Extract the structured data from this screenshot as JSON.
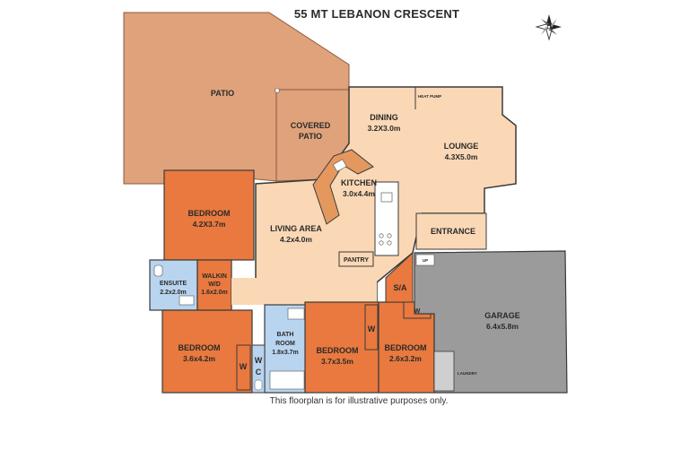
{
  "title": "55 MT LEBANON CRESCENT",
  "disclaimer": "This floorplan is for illustrative purposes only.",
  "colors": {
    "outdoor": "#dfa27a",
    "bedroom": "#e9793f",
    "living": "#fad8b5",
    "wet": "#b8d4ef",
    "garage": "#9b9b9b",
    "wall": "#3a3a3a"
  },
  "rooms": {
    "patio": {
      "name": "PATIO"
    },
    "covered_patio": {
      "name1": "COVERED",
      "name2": "PATIO"
    },
    "dining": {
      "name": "DINING",
      "dim": "3.2X3.0m"
    },
    "heat_pump": {
      "name": "HEAT PUMP"
    },
    "lounge": {
      "name": "LOUNGE",
      "dim": "4.3X5.0m"
    },
    "kitchen": {
      "name": "KITCHEN",
      "dim": "3.0x4.4m"
    },
    "living_area": {
      "name": "LIVING AREA",
      "dim": "4.2x4.0m"
    },
    "pantry": {
      "name": "PANTRY"
    },
    "entrance": {
      "name": "ENTRANCE"
    },
    "bedroom1": {
      "name": "BEDROOM",
      "dim": "4.2X3.7m"
    },
    "ensuite": {
      "name": "ENSUITE",
      "dim": "2.2x2.0m"
    },
    "walkin": {
      "name1": "WALKIN",
      "name2": "W/D",
      "dim": "1.6x2.0m"
    },
    "bedroom2": {
      "name": "BEDROOM",
      "dim": "3.6x4.2m"
    },
    "bathroom": {
      "name1": "BATH",
      "name2": "ROOM",
      "dim": "1.8x3.7m"
    },
    "wc": {
      "name1": "W",
      "name2": "C"
    },
    "bedroom3": {
      "name": "BEDROOM",
      "dim": "3.7x3.5m"
    },
    "bedroom4": {
      "name": "BEDROOM",
      "dim": "2.6x3.2m"
    },
    "sa": {
      "name": "S/A"
    },
    "w_small": {
      "name": "W"
    },
    "up": {
      "name": "UP"
    },
    "garage": {
      "name": "GARAGE",
      "dim": "6.4x5.8m"
    },
    "laundry": {
      "name": "LAUNDRY"
    },
    "robe_b2": {
      "name": "W"
    },
    "robe_b3": {
      "name": "W"
    }
  },
  "icons": {
    "compass": "compass-rose-icon"
  }
}
